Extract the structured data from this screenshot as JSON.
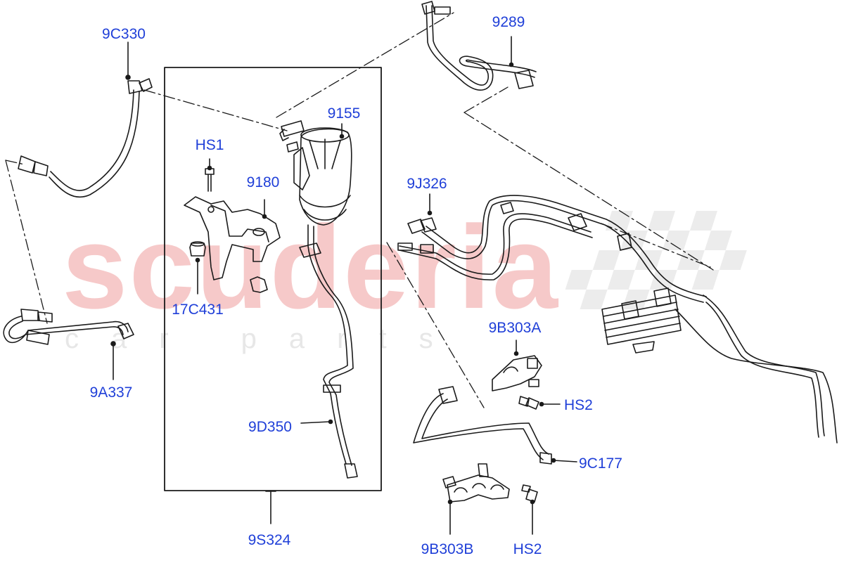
{
  "watermark": {
    "main": "scuderia",
    "sub": "car parts"
  },
  "callouts": {
    "c9c330": "9C330",
    "c9289": "9289",
    "c9155": "9155",
    "hs1": "HS1",
    "c9180": "9180",
    "c9j326": "9J326",
    "c17c431": "17C431",
    "c9a337": "9A337",
    "c9b303a": "9B303A",
    "hs2a": "HS2",
    "c9d350": "9D350",
    "c9c177": "9C177",
    "c9s324": "9S324",
    "c9b303b": "9B303B",
    "hs2b": "HS2"
  },
  "colors": {
    "callout_text": "#1f3fd8",
    "line_art": "#1a1a1a",
    "watermark_main": "#f6c9c9",
    "watermark_sub": "#e7e7e7"
  }
}
